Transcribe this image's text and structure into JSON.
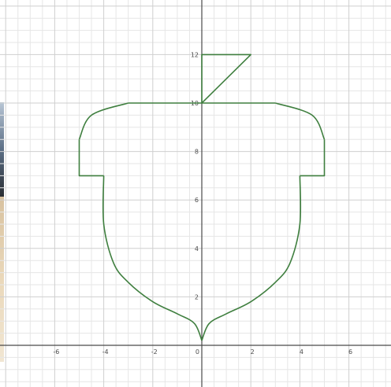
{
  "colors": {
    "curve": "#3f7f3f",
    "axis": "#4a4a4a",
    "grid_major": "#cfcfcf",
    "grid_minor": "#e6e6e6",
    "background": "#ffffff"
  },
  "chart_data": {
    "type": "line",
    "title": "",
    "xlabel": "",
    "ylabel": "",
    "xlim": [
      -8,
      8
    ],
    "ylim": [
      -1.6,
      14.2
    ],
    "grid": true,
    "x_ticks": [
      "-6",
      "-4",
      "-2",
      "0",
      "2",
      "4",
      "6"
    ],
    "y_ticks": [
      "2",
      "4",
      "6",
      "8",
      "10",
      "12"
    ],
    "series": [
      {
        "name": "",
        "style": "piecewise outline (acorn)",
        "segments": [
          {
            "shape": "curve",
            "points": [
              [
                0,
                0.2
              ],
              [
                -0.3,
                0.9
              ],
              [
                -1,
                1.3
              ],
              [
                -2,
                1.8
              ],
              [
                -3,
                2.6
              ],
              [
                -3.6,
                3.4
              ],
              [
                -4,
                5
              ],
              [
                -4,
                7
              ]
            ]
          },
          {
            "shape": "line",
            "points": [
              [
                -4,
                7
              ],
              [
                -5,
                7
              ],
              [
                -5,
                8.5
              ]
            ]
          },
          {
            "shape": "curve",
            "points": [
              [
                -5,
                8.5
              ],
              [
                -4.5,
                9.5
              ],
              [
                -3,
                10
              ]
            ]
          },
          {
            "shape": "line",
            "points": [
              [
                -3,
                10
              ],
              [
                3,
                10
              ]
            ]
          },
          {
            "shape": "curve",
            "points": [
              [
                3,
                10
              ],
              [
                4.5,
                9.5
              ],
              [
                5,
                8.5
              ]
            ]
          },
          {
            "shape": "line",
            "points": [
              [
                5,
                8.5
              ],
              [
                5,
                7
              ],
              [
                4,
                7
              ]
            ]
          },
          {
            "shape": "curve",
            "points": [
              [
                4,
                7
              ],
              [
                4,
                5
              ],
              [
                3.6,
                3.4
              ],
              [
                3,
                2.6
              ],
              [
                2,
                1.8
              ],
              [
                1,
                1.3
              ],
              [
                0.3,
                0.9
              ],
              [
                0,
                0.2
              ]
            ]
          },
          {
            "shape": "line",
            "points": [
              [
                0,
                10
              ],
              [
                0,
                12
              ],
              [
                2,
                12
              ],
              [
                0,
                10
              ]
            ]
          }
        ]
      }
    ]
  }
}
